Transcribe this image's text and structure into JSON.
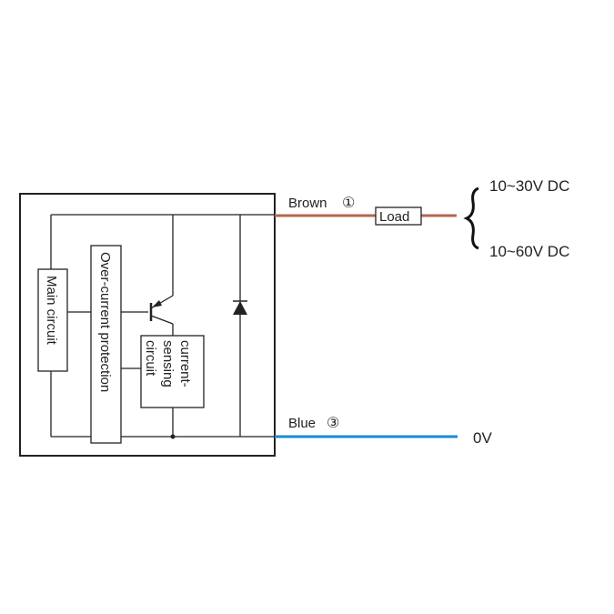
{
  "diagram": {
    "title": "NPN/PNP sensor output wiring diagram",
    "blocks": {
      "main_circuit": "Main circuit",
      "over_current": "Over-current protection",
      "current_sensing_line1": "current-",
      "current_sensing_line2": "sensing",
      "current_sensing_line3": "circuit"
    },
    "wires": {
      "brown": {
        "label": "Brown",
        "pin": "①",
        "color": "#b5654a"
      },
      "blue": {
        "label": "Blue",
        "pin": "③",
        "color": "#1a8ad4"
      }
    },
    "load": "Load",
    "supply": {
      "option1": "10~30V DC",
      "option2": "10~60V DC",
      "ground": "0V"
    }
  }
}
